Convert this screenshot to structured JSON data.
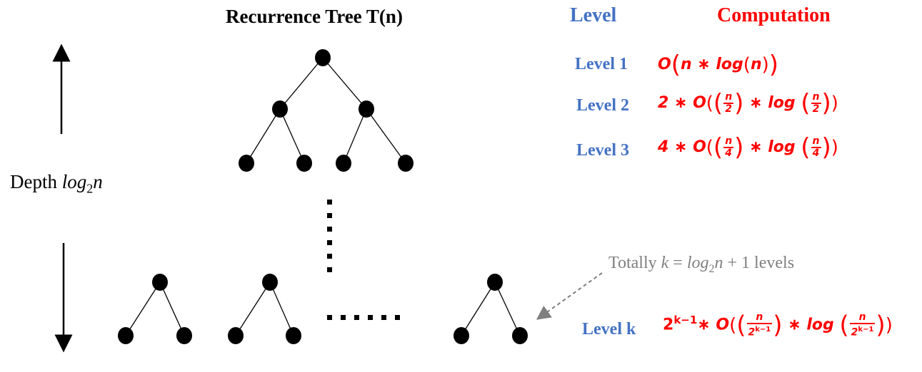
{
  "title": "Recurrence Tree T(n)",
  "headers": {
    "level": "Level",
    "computation": "Computation"
  },
  "colors": {
    "level": "#4472c4",
    "computation": "#ff0000",
    "note": "#7f7f7f",
    "arrow": "#000000",
    "node": "#000000"
  },
  "depth": {
    "word": "Depth",
    "expr_base": "log",
    "expr_sub": "2",
    "expr_var": "n"
  },
  "levels": [
    {
      "label": "Level 1",
      "coef": "",
      "nparen_open": "(",
      "nparen_close": "))",
      "inner": "n ∗ log(n)"
    },
    {
      "label": "Level 2",
      "coef": "2 ∗ ",
      "frac_num": "n",
      "frac_den": "2"
    },
    {
      "label": "Level 3",
      "coef": "4 ∗ ",
      "frac_num": "n",
      "frac_den": "4"
    },
    {
      "label": "Level k",
      "coef_base": "2",
      "coef_sup": "k−1",
      "frac_num": "n",
      "frac_den": "2",
      "frac_den_sup": "k−1"
    }
  ],
  "computation_parts": {
    "o": "O",
    "times": "∗",
    "log": "log"
  },
  "note": {
    "prefix": "Totally ",
    "var_k": "k",
    "eq": " = ",
    "log": "log",
    "sub": "2",
    "var_n": "n",
    "tail": " + 1 levels"
  },
  "ellipsis_vertical": "⋮",
  "ellipsis_horizontal": "......"
}
